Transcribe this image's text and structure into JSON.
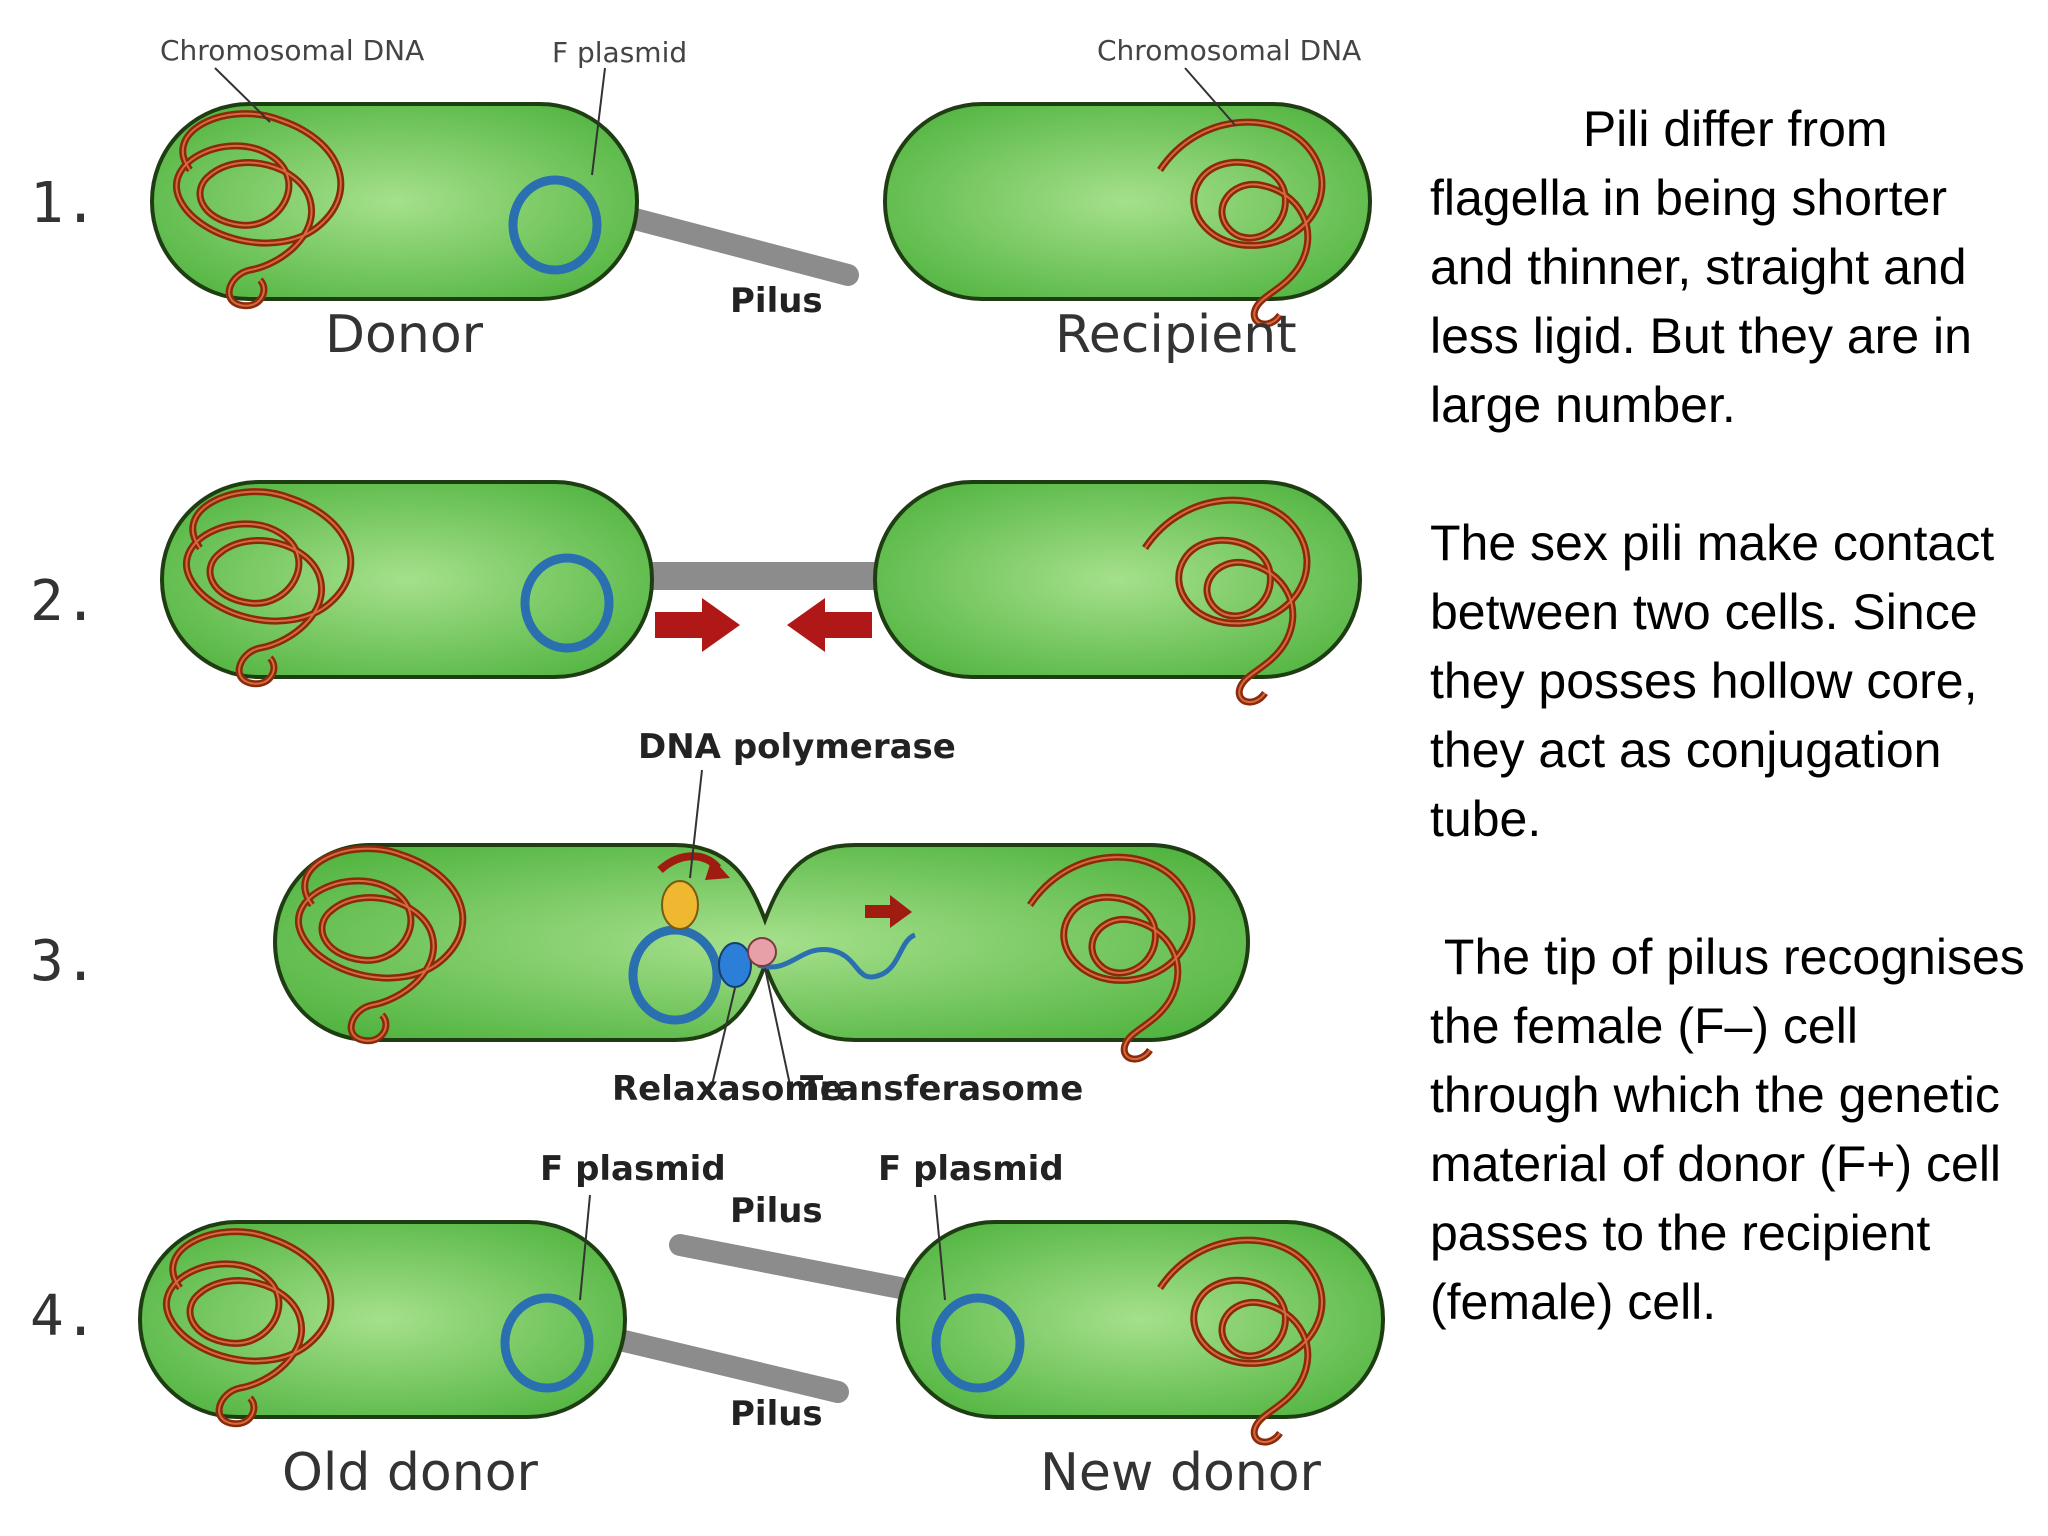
{
  "diagram": {
    "labels": {
      "chromosomal_dna_donor": "Chromosomal DNA",
      "f_plasmid_top": "F plasmid",
      "chromosomal_dna_recipient": "Chromosomal DNA",
      "pilus_1": "Pilus",
      "donor": "Donor",
      "recipient": "Recipient",
      "dna_polymerase": "DNA polymerase",
      "relaxasome": "Relaxasome",
      "transferasome": "Transferasome",
      "f_plasmid_old": "F plasmid",
      "f_plasmid_new": "F plasmid",
      "pilus_4a": "Pilus",
      "pilus_4b": "Pilus",
      "old_donor": "Old donor",
      "new_donor": "New donor"
    },
    "steps": [
      "1.",
      "2.",
      "3.",
      "4."
    ],
    "colors": {
      "cell_fill": "#5cc24a",
      "cell_stroke": "#1e3d12",
      "dna": "#8a2a0c",
      "plasmid": "#2a6fb0",
      "pilus": "#8c8c8c",
      "arrow": "#b01818"
    }
  },
  "text": {
    "p1": "           Pili differ from flagella in being shorter and thinner, straight and less ligid. But they are in large number.",
    "p2": "The sex pili make contact between two cells. Since they posses hollow core, they act as conjugation tube.",
    "p3": " The tip of pilus recognises the female (F–) cell through which the genetic material of donor (F+) cell passes to the recipient (female) cell."
  }
}
